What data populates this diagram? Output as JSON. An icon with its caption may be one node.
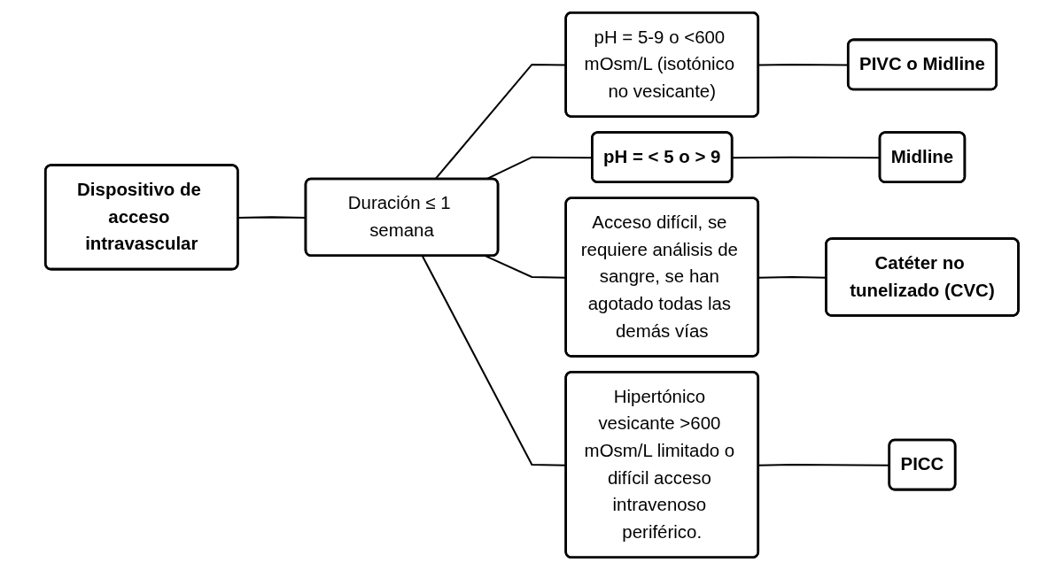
{
  "diagram": {
    "nodes": [
      {
        "text": [
          "Dispositivo de acceso intravascular"
        ]
      },
      {
        "text": [
          "Duración ≤ 1 semana"
        ]
      },
      {
        "text": [
          "pH = 5-9 o <600 mOsm/L (isotónico no vesicante)"
        ]
      },
      {
        "text": [
          "PIVC o Midline"
        ]
      },
      {
        "text": [
          "pH = < 5 o > 9"
        ]
      },
      {
        "text": [
          "Midline"
        ]
      },
      {
        "text": [
          "Acceso difícil, se requiere análisis de sangre, se han agotado todas las demás vías"
        ]
      },
      {
        "text": [
          "Catéter no tunelizado (CVC)"
        ]
      },
      {
        "text": [
          "Hipertónico vesicante >600 mOsm/L limitado o difícil acceso intravenoso periférico."
        ]
      },
      {
        "text": [
          "PICC"
        ]
      }
    ],
    "edges": [
      {
        "from": 0,
        "to": 1,
        "arrow": "none"
      },
      {
        "from": 1,
        "to": 2,
        "arrow": "none"
      },
      {
        "from": 1,
        "to": 4,
        "arrow": "none"
      },
      {
        "from": 1,
        "to": 6,
        "arrow": "none"
      },
      {
        "from": 1,
        "to": 8,
        "arrow": "none"
      },
      {
        "from": 2,
        "to": 3,
        "arrow": "none"
      },
      {
        "from": 4,
        "to": 5,
        "arrow": "none"
      },
      {
        "from": 6,
        "to": 7,
        "arrow": "none"
      },
      {
        "from": 8,
        "to": 9,
        "arrow": "none"
      }
    ]
  }
}
